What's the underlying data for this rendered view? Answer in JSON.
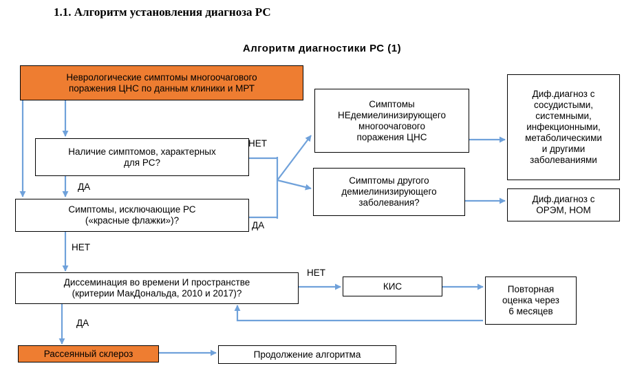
{
  "heading": "1.1. Алгоритм установления диагноза РС",
  "subtitle": "Алгоритм  диагностики  РС (1)",
  "colors": {
    "accent_box": "#ee7d31",
    "arrow": "#6fa1da",
    "border": "#000000"
  },
  "boxes": {
    "start": "Неврологические симптомы многоочагового\nпоражения ЦНС по данным клиники и МРТ",
    "typical": "Наличие симптомов, характерных\nдля РС?",
    "red_flags": "Симптомы, исключающие РС\n(«красные флажки»)?",
    "nondemyel": "Симптомы\nНЕдемиелинизирующего\nмногоочагового\nпоражения ЦНС",
    "other_demyel": "Симптомы другого\nдемиелинизирующего\nзаболевания?",
    "diff1": "Диф.диагноз с\nсосудистыми,\nсистемными,\nинфекционными,\nметаболическими\nи другими\nзаболеваниями",
    "diff2": "Диф.диагноз с\nОРЭМ,  НОМ",
    "dissemination": "Диссеминация во времени И пространстве\n(критерии МакДональда, 2010 и 2017)?",
    "kis": "КИС",
    "repeat": "Повторная\nоценка через\n6 месяцев",
    "ms": "Рассеянный склероз",
    "continue": "Продолжение алгоритма"
  },
  "labels": {
    "no1": "НЕТ",
    "yes1": "ДА",
    "yes2": "ДА",
    "no2": "НЕТ",
    "no3": "НЕТ",
    "yes3": "ДА"
  }
}
